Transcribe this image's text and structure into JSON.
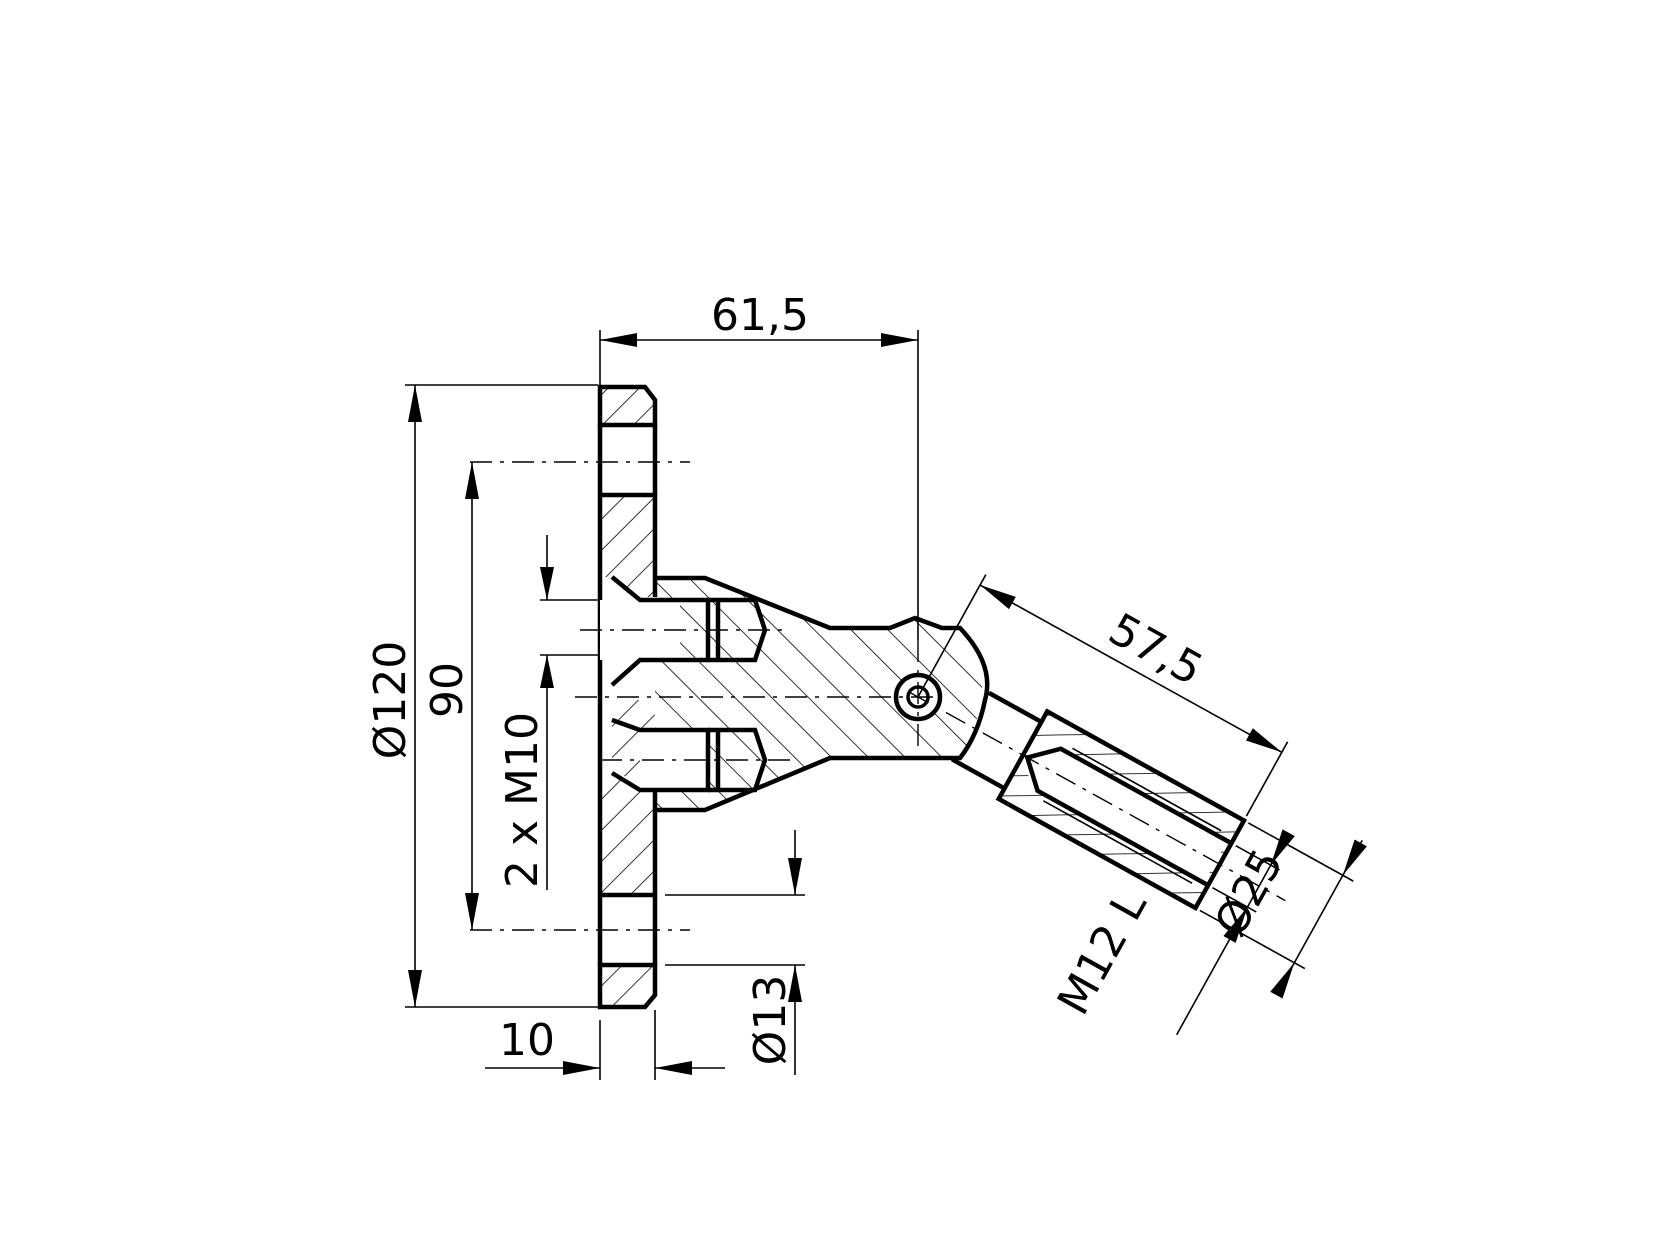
{
  "drawing": {
    "type": "technical-section-drawing",
    "subject": "wall-mounted articulated handrail bracket (section view)",
    "line_color": "#000000",
    "background": "#ffffff"
  },
  "dimensions": {
    "overall_length": "61,5",
    "flange_diameter": "Ø120",
    "hole_spacing": "90",
    "screws": "2 x M10",
    "flange_thickness": "10",
    "hole_diameter": "Ø13",
    "arm_length": "57,5",
    "socket_diameter": "Ø25",
    "thread": "M12 L"
  }
}
